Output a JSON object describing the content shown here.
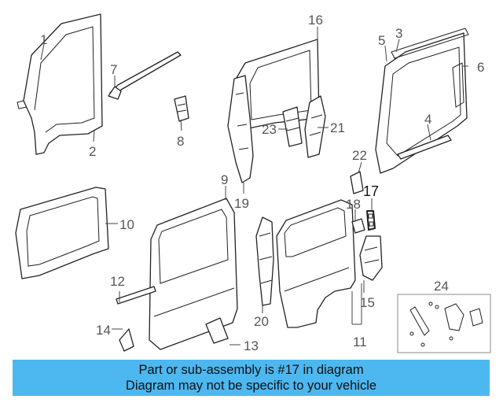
{
  "callouts": [
    {
      "id": "1",
      "label": "1"
    },
    {
      "id": "2",
      "label": "2"
    },
    {
      "id": "3",
      "label": "3"
    },
    {
      "id": "4",
      "label": "4"
    },
    {
      "id": "5",
      "label": "5"
    },
    {
      "id": "6",
      "label": "6"
    },
    {
      "id": "7",
      "label": "7"
    },
    {
      "id": "8",
      "label": "8"
    },
    {
      "id": "9",
      "label": "9"
    },
    {
      "id": "10",
      "label": "10"
    },
    {
      "id": "11",
      "label": "11"
    },
    {
      "id": "12",
      "label": "12"
    },
    {
      "id": "13",
      "label": "13"
    },
    {
      "id": "14",
      "label": "14"
    },
    {
      "id": "15",
      "label": "15"
    },
    {
      "id": "16",
      "label": "16"
    },
    {
      "id": "17",
      "label": "17"
    },
    {
      "id": "18",
      "label": "18"
    },
    {
      "id": "19",
      "label": "19"
    },
    {
      "id": "20",
      "label": "20"
    },
    {
      "id": "21",
      "label": "21"
    },
    {
      "id": "22",
      "label": "22"
    },
    {
      "id": "23",
      "label": "23"
    },
    {
      "id": "24",
      "label": "24"
    }
  ],
  "highlighted_part": "17",
  "colors": {
    "banner": "#4db7f0",
    "line": "#222222",
    "callout_text": "#555555"
  },
  "banner": {
    "line1": "Part or sub-assembly is #17 in diagram",
    "line2": "Diagram may not be specific to your vehicle"
  }
}
